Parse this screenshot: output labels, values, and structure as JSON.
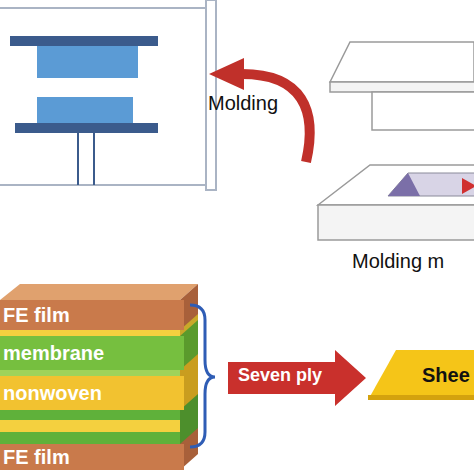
{
  "diagram": {
    "nodes": [
      {
        "text": [
          "FE film"
        ]
      },
      {
        "text": [
          "membrane"
        ]
      },
      {
        "text": [
          "nonwoven"
        ]
      },
      {
        "text": [
          "FE film"
        ]
      },
      {
        "text": [
          "Shee"
        ]
      }
    ],
    "labels": [
      "Molding",
      "Molding m",
      "Seven ply"
    ]
  }
}
